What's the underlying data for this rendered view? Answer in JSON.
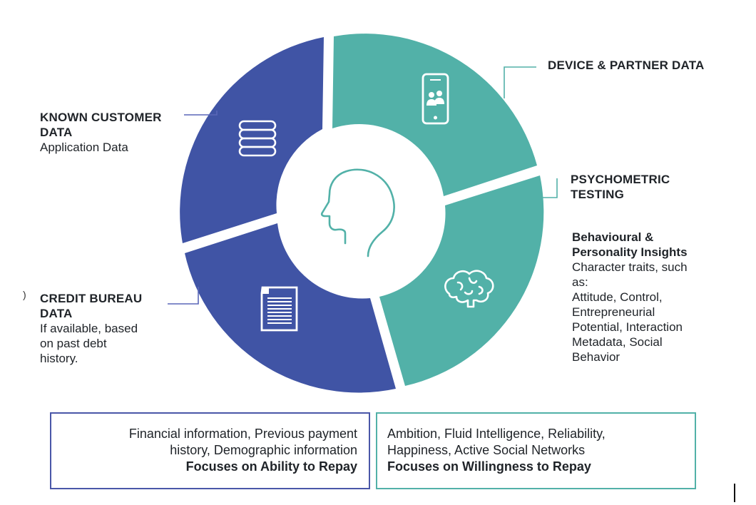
{
  "colors": {
    "navy": "#4054a5",
    "teal": "#52b1a8",
    "line_navy": "#5a67b8",
    "line_teal": "#52b1a8",
    "text": "#1f2328"
  },
  "icons": {
    "database": "database-icon",
    "phone": "phone-users-icon",
    "document": "document-icon",
    "brain": "brain-icon",
    "head": "head-profile-icon"
  },
  "callouts": {
    "known_customer": {
      "title_line1": "KNOWN CUSTOMER",
      "title_line2": "DATA",
      "subtitle": "Application Data"
    },
    "device_partner": {
      "title": "DEVICE & PARTNER DATA"
    },
    "psychometric": {
      "title_line1": "PSYCHOMETRIC",
      "title_line2": "TESTING",
      "insights_line1": "Behavioural &",
      "insights_line2": "Personality Insights",
      "detail_lines": [
        "Character traits, such",
        "as:",
        "Attitude, Control,",
        "Entrepreneurial",
        "Potential, Interaction",
        "Metadata, Social",
        "Behavior"
      ]
    },
    "credit_bureau": {
      "title_line1": "CREDIT BUREAU",
      "title_line2": "DATA",
      "detail_lines": [
        "If available, based",
        "on past debt",
        "history."
      ],
      "stray_mark": ")"
    }
  },
  "boxes": {
    "left": {
      "line1": "Financial information, Previous payment",
      "line2": "history, Demographic information",
      "focus": "Focuses on Ability to Repay"
    },
    "right": {
      "line1": "Ambition, Fluid Intelligence, Reliability,",
      "line2": "Happiness, Active Social Networks",
      "focus": "Focuses on Willingness to Repay"
    }
  }
}
